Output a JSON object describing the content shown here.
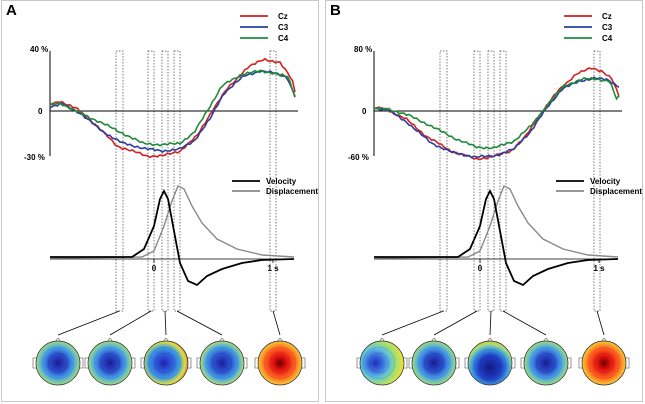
{
  "panels": [
    {
      "letter": "A",
      "ytop_label": "40 %",
      "yzero_label": "0",
      "ybottom_label": "-30 %",
      "legend": [
        {
          "name": "Cz",
          "color": "#d42020"
        },
        {
          "name": "C3",
          "color": "#2b3f9e"
        },
        {
          "name": "C4",
          "color": "#1f8a3a"
        }
      ],
      "kin_legend": [
        {
          "name": "Velocity",
          "color": "#000000"
        },
        {
          "name": "Displacement",
          "color": "#8a8a8a"
        }
      ],
      "xtick_zero": "0",
      "xtick_one": "1 s",
      "maps": [
        "blue-diffuse",
        "blue-center",
        "mixed-red-right",
        "blue-red-edge",
        "red-central"
      ]
    },
    {
      "letter": "B",
      "ytop_label": "80 %",
      "yzero_label": "0",
      "ybottom_label": "-60 %",
      "legend": [
        {
          "name": "Cz",
          "color": "#d42020"
        },
        {
          "name": "C3",
          "color": "#2b3f9e"
        },
        {
          "name": "C4",
          "color": "#1f8a3a"
        }
      ],
      "kin_legend": [
        {
          "name": "Velocity",
          "color": "#000000"
        },
        {
          "name": "Displacement",
          "color": "#8a8a8a"
        }
      ],
      "xtick_zero": "0",
      "xtick_one": "1 s",
      "maps": [
        "green-blue-left",
        "blue-center",
        "blue-large",
        "blue-center",
        "red-central"
      ]
    }
  ]
}
